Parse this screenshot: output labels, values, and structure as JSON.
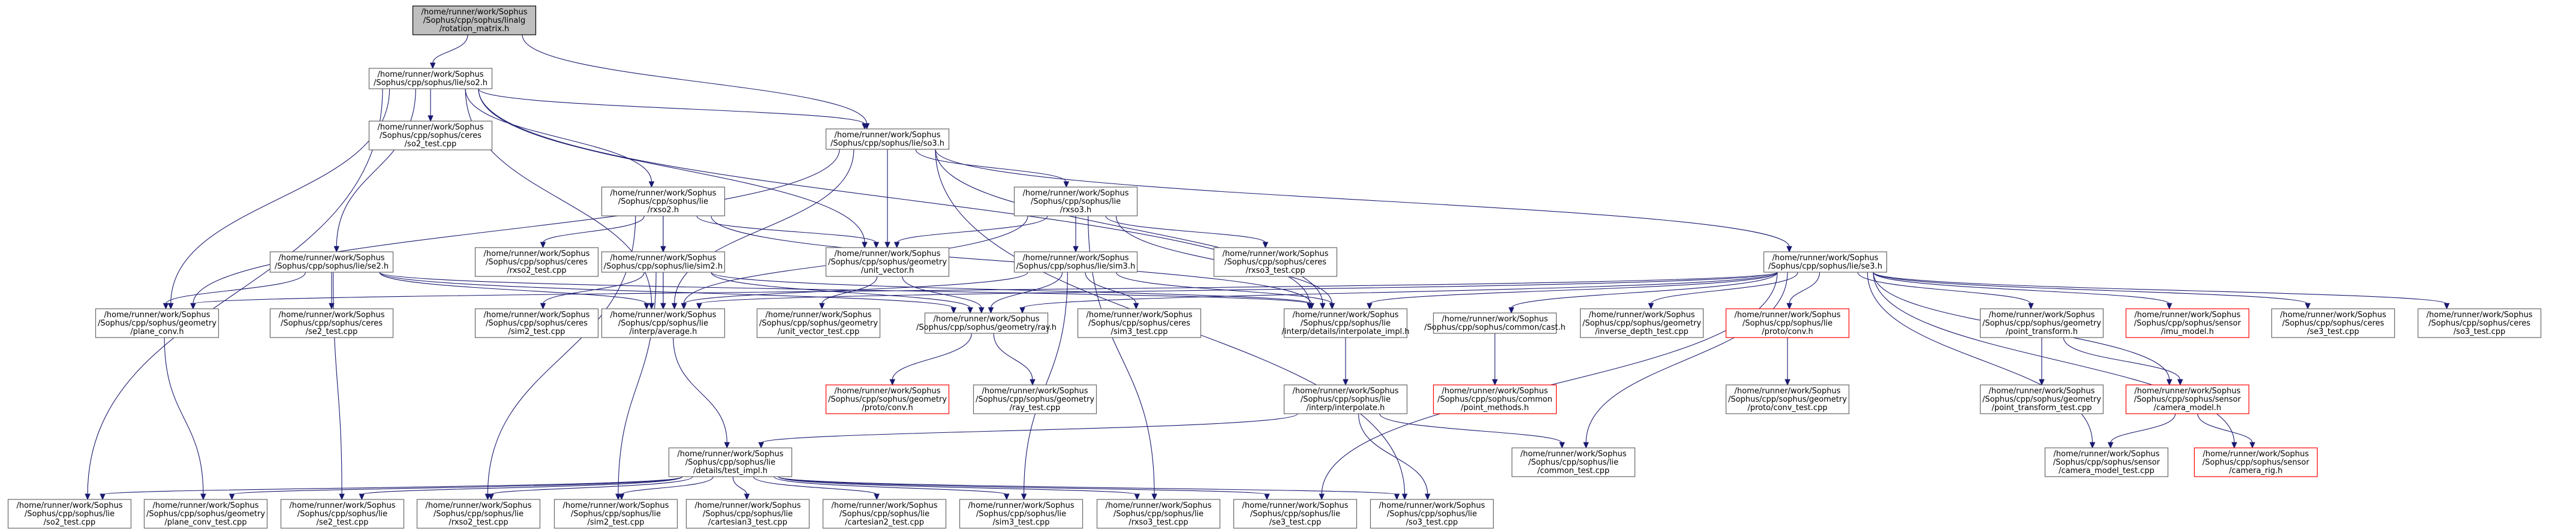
{
  "graph": {
    "type": "include-dependency-graph",
    "edge_color": "#191970",
    "root_fill": "#bfbfbf",
    "missing_border_color": "#ff0000",
    "nodes": [
      {
        "id": "rotation_matrix",
        "lines": [
          "/home/runner/work/Sophus",
          "/Sophus/cpp/sophus/linalg",
          "/rotation_matrix.h"
        ],
        "root": true
      },
      {
        "id": "so2_h",
        "lines": [
          "/home/runner/work/Sophus",
          "/Sophus/cpp/sophus/lie/so2.h"
        ]
      },
      {
        "id": "so3_h",
        "lines": [
          "/home/runner/work/Sophus",
          "/Sophus/cpp/sophus/lie/so3.h"
        ]
      },
      {
        "id": "ceres_so2_test",
        "lines": [
          "/home/runner/work/Sophus",
          "/Sophus/cpp/sophus/ceres",
          "/so2_test.cpp"
        ]
      },
      {
        "id": "rxso2_h",
        "lines": [
          "/home/runner/work/Sophus",
          "/Sophus/cpp/sophus/lie",
          "/rxso2.h"
        ]
      },
      {
        "id": "rxso3_h",
        "lines": [
          "/home/runner/work/Sophus",
          "/Sophus/cpp/sophus/lie",
          "/rxso3.h"
        ]
      },
      {
        "id": "se2_h",
        "lines": [
          "/home/runner/work/Sophus",
          "/Sophus/cpp/sophus/lie/se2.h"
        ]
      },
      {
        "id": "ceres_rxso2_test",
        "lines": [
          "/home/runner/work/Sophus",
          "/Sophus/cpp/sophus/ceres",
          "/rxso2_test.cpp"
        ]
      },
      {
        "id": "sim2_h",
        "lines": [
          "/home/runner/work/Sophus",
          "/Sophus/cpp/sophus/lie/sim2.h"
        ]
      },
      {
        "id": "unit_vector_h",
        "lines": [
          "/home/runner/work/Sophus",
          "/Sophus/cpp/sophus/geometry",
          "/unit_vector.h"
        ]
      },
      {
        "id": "sim3_h",
        "lines": [
          "/home/runner/work/Sophus",
          "/Sophus/cpp/sophus/lie/sim3.h"
        ]
      },
      {
        "id": "ceres_rxso3_test",
        "lines": [
          "/home/runner/work/Sophus",
          "/Sophus/cpp/sophus/ceres",
          "/rxso3_test.cpp"
        ]
      },
      {
        "id": "se3_h",
        "lines": [
          "/home/runner/work/Sophus",
          "/Sophus/cpp/sophus/lie/se3.h"
        ]
      },
      {
        "id": "plane_conv_h",
        "lines": [
          "/home/runner/work/Sophus",
          "/Sophus/cpp/sophus/geometry",
          "/plane_conv.h"
        ]
      },
      {
        "id": "ceres_se2_test",
        "lines": [
          "/home/runner/work/Sophus",
          "/Sophus/cpp/sophus/ceres",
          "/se2_test.cpp"
        ]
      },
      {
        "id": "ceres_sim2_test",
        "lines": [
          "/home/runner/work/Sophus",
          "/Sophus/cpp/sophus/ceres",
          "/sim2_test.cpp"
        ]
      },
      {
        "id": "interp_average_h",
        "lines": [
          "/home/runner/work/Sophus",
          "/Sophus/cpp/sophus/lie",
          "/interp/average.h"
        ]
      },
      {
        "id": "geom_unit_vector_test",
        "lines": [
          "/home/runner/work/Sophus",
          "/Sophus/cpp/sophus/geometry",
          "/unit_vector_test.cpp"
        ]
      },
      {
        "id": "ray_h",
        "lines": [
          "/home/runner/work/Sophus",
          "/Sophus/cpp/sophus/geometry/ray.h"
        ]
      },
      {
        "id": "ceres_sim3_test",
        "lines": [
          "/home/runner/work/Sophus",
          "/Sophus/cpp/sophus/ceres",
          "/sim3_test.cpp"
        ]
      },
      {
        "id": "interp_impl_h",
        "lines": [
          "/home/runner/work/Sophus",
          "/Sophus/cpp/sophus/lie",
          "/interp/details/interpolate_impl.h"
        ]
      },
      {
        "id": "common_cast_h",
        "lines": [
          "/home/runner/work/Sophus",
          "/Sophus/cpp/sophus/common/cast.h"
        ]
      },
      {
        "id": "geom_inverse_depth_test",
        "lines": [
          "/home/runner/work/Sophus",
          "/Sophus/cpp/sophus/geometry",
          "/inverse_depth_test.cpp"
        ]
      },
      {
        "id": "lie_proto_conv_h",
        "lines": [
          "/home/runner/work/Sophus",
          "/Sophus/cpp/sophus/lie",
          "/proto/conv.h"
        ],
        "missing": true
      },
      {
        "id": "point_transform_h",
        "lines": [
          "/home/runner/work/Sophus",
          "/Sophus/cpp/sophus/geometry",
          "/point_transform.h"
        ]
      },
      {
        "id": "sensor_imu_model_h",
        "lines": [
          "/home/runner/work/Sophus",
          "/Sophus/cpp/sophus/sensor",
          "/imu_model.h"
        ],
        "missing": true
      },
      {
        "id": "ceres_se3_test",
        "lines": [
          "/home/runner/work/Sophus",
          "/Sophus/cpp/sophus/ceres",
          "/se3_test.cpp"
        ]
      },
      {
        "id": "ceres_so3_test",
        "lines": [
          "/home/runner/work/Sophus",
          "/Sophus/cpp/sophus/ceres",
          "/so3_test.cpp"
        ]
      },
      {
        "id": "geom_proto_conv_h",
        "lines": [
          "/home/runner/work/Sophus",
          "/Sophus/cpp/sophus/geometry",
          "/proto/conv.h"
        ],
        "missing": true
      },
      {
        "id": "geom_ray_test",
        "lines": [
          "/home/runner/work/Sophus",
          "/Sophus/cpp/sophus/geometry",
          "/ray_test.cpp"
        ]
      },
      {
        "id": "interp_interpolate_h",
        "lines": [
          "/home/runner/work/Sophus",
          "/Sophus/cpp/sophus/lie",
          "/interp/interpolate.h"
        ]
      },
      {
        "id": "common_point_methods_h",
        "lines": [
          "/home/runner/work/Sophus",
          "/Sophus/cpp/sophus/common",
          "/point_methods.h"
        ],
        "missing": true
      },
      {
        "id": "lie_proto_conv_test",
        "lines": [
          "/home/runner/work/Sophus",
          "/Sophus/cpp/sophus/geometry",
          "/proto/conv_test.cpp"
        ]
      },
      {
        "id": "geom_point_transform_test",
        "lines": [
          "/home/runner/work/Sophus",
          "/Sophus/cpp/sophus/geometry",
          "/point_transform_test.cpp"
        ]
      },
      {
        "id": "sensor_camera_model_h",
        "lines": [
          "/home/runner/work/Sophus",
          "/Sophus/cpp/sophus/sensor",
          "/camera_model.h"
        ],
        "missing": true
      },
      {
        "id": "test_impl_h",
        "lines": [
          "/home/runner/work/Sophus",
          "/Sophus/cpp/sophus/lie",
          "/details/test_impl.h"
        ]
      },
      {
        "id": "lie_common_test",
        "lines": [
          "/home/runner/work/Sophus",
          "/Sophus/cpp/sophus/lie",
          "/common_test.cpp"
        ]
      },
      {
        "id": "sensor_camera_model_test",
        "lines": [
          "/home/runner/work/Sophus",
          "/Sophus/cpp/sophus/sensor",
          "/camera_model_test.cpp"
        ]
      },
      {
        "id": "sensor_camera_rig_h",
        "lines": [
          "/home/runner/work/Sophus",
          "/Sophus/cpp/sophus/sensor",
          "/camera_rig.h"
        ],
        "missing": true
      },
      {
        "id": "lie_so2_test",
        "lines": [
          "/home/runner/work/Sophus",
          "/Sophus/cpp/sophus/lie",
          "/so2_test.cpp"
        ]
      },
      {
        "id": "geom_plane_conv_test",
        "lines": [
          "/home/runner/work/Sophus",
          "/Sophus/cpp/sophus/geometry",
          "/plane_conv_test.cpp"
        ]
      },
      {
        "id": "lie_se2_test",
        "lines": [
          "/home/runner/work/Sophus",
          "/Sophus/cpp/sophus/lie",
          "/se2_test.cpp"
        ]
      },
      {
        "id": "lie_rxso2_test",
        "lines": [
          "/home/runner/work/Sophus",
          "/Sophus/cpp/sophus/lie",
          "/rxso2_test.cpp"
        ]
      },
      {
        "id": "lie_sim2_test",
        "lines": [
          "/home/runner/work/Sophus",
          "/Sophus/cpp/sophus/lie",
          "/sim2_test.cpp"
        ]
      },
      {
        "id": "lie_cartesian3_test",
        "lines": [
          "/home/runner/work/Sophus",
          "/Sophus/cpp/sophus/lie",
          "/cartesian3_test.cpp"
        ]
      },
      {
        "id": "lie_cartesian2_test",
        "lines": [
          "/home/runner/work/Sophus",
          "/Sophus/cpp/sophus/lie",
          "/cartesian2_test.cpp"
        ]
      },
      {
        "id": "lie_sim3_test",
        "lines": [
          "/home/runner/work/Sophus",
          "/Sophus/cpp/sophus/lie",
          "/sim3_test.cpp"
        ]
      },
      {
        "id": "lie_rxso3_test",
        "lines": [
          "/home/runner/work/Sophus",
          "/Sophus/cpp/sophus/lie",
          "/rxso3_test.cpp"
        ]
      },
      {
        "id": "lie_se3_test",
        "lines": [
          "/home/runner/work/Sophus",
          "/Sophus/cpp/sophus/lie",
          "/se3_test.cpp"
        ]
      },
      {
        "id": "lie_so3_test",
        "lines": [
          "/home/runner/work/Sophus",
          "/Sophus/cpp/sophus/lie",
          "/so3_test.cpp"
        ]
      }
    ],
    "edges": [
      [
        "rotation_matrix",
        "so2_h"
      ],
      [
        "rotation_matrix",
        "so3_h"
      ],
      [
        "so2_h",
        "so3_h"
      ],
      [
        "so2_h",
        "ceres_so2_test"
      ],
      [
        "so2_h",
        "rxso2_h"
      ],
      [
        "so2_h",
        "se2_h"
      ],
      [
        "so2_h",
        "plane_conv_h"
      ],
      [
        "so2_h",
        "interp_average_h"
      ],
      [
        "so2_h",
        "unit_vector_h"
      ],
      [
        "so2_h",
        "interp_impl_h"
      ],
      [
        "so2_h",
        "lie_so2_test"
      ],
      [
        "so3_h",
        "rxso3_h"
      ],
      [
        "so3_h",
        "se3_h"
      ],
      [
        "so3_h",
        "plane_conv_h"
      ],
      [
        "so3_h",
        "unit_vector_h"
      ],
      [
        "so3_h",
        "interp_average_h"
      ],
      [
        "so3_h",
        "interp_impl_h"
      ],
      [
        "so3_h",
        "lie_so3_test"
      ],
      [
        "rxso2_h",
        "ceres_rxso2_test"
      ],
      [
        "rxso2_h",
        "sim2_h"
      ],
      [
        "rxso2_h",
        "unit_vector_h"
      ],
      [
        "rxso2_h",
        "interp_average_h"
      ],
      [
        "rxso2_h",
        "interp_impl_h"
      ],
      [
        "rxso2_h",
        "lie_rxso2_test"
      ],
      [
        "rxso3_h",
        "sim3_h"
      ],
      [
        "rxso3_h",
        "ceres_rxso3_test"
      ],
      [
        "rxso3_h",
        "interp_average_h"
      ],
      [
        "rxso3_h",
        "interp_impl_h"
      ],
      [
        "rxso3_h",
        "unit_vector_h"
      ],
      [
        "rxso3_h",
        "lie_rxso3_test"
      ],
      [
        "se2_h",
        "plane_conv_h"
      ],
      [
        "se2_h",
        "ceres_se2_test"
      ],
      [
        "se2_h",
        "interp_average_h"
      ],
      [
        "se2_h",
        "ray_h"
      ],
      [
        "se2_h",
        "interp_impl_h"
      ],
      [
        "se2_h",
        "lie_se2_test"
      ],
      [
        "sim2_h",
        "ceres_sim2_test"
      ],
      [
        "sim2_h",
        "interp_average_h"
      ],
      [
        "sim2_h",
        "ray_h"
      ],
      [
        "sim2_h",
        "interp_impl_h"
      ],
      [
        "sim2_h",
        "lie_sim2_test"
      ],
      [
        "unit_vector_h",
        "geom_unit_vector_test"
      ],
      [
        "unit_vector_h",
        "ray_h"
      ],
      [
        "sim3_h",
        "ceres_sim3_test"
      ],
      [
        "sim3_h",
        "interp_average_h"
      ],
      [
        "sim3_h",
        "ray_h"
      ],
      [
        "sim3_h",
        "interp_impl_h"
      ],
      [
        "sim3_h",
        "lie_sim3_test"
      ],
      [
        "se3_h",
        "plane_conv_h"
      ],
      [
        "se3_h",
        "interp_average_h"
      ],
      [
        "se3_h",
        "ray_h"
      ],
      [
        "se3_h",
        "interp_impl_h"
      ],
      [
        "se3_h",
        "common_cast_h"
      ],
      [
        "se3_h",
        "geom_inverse_depth_test"
      ],
      [
        "se3_h",
        "lie_proto_conv_h"
      ],
      [
        "se3_h",
        "point_transform_h"
      ],
      [
        "se3_h",
        "sensor_imu_model_h"
      ],
      [
        "se3_h",
        "ceres_se3_test"
      ],
      [
        "se3_h",
        "ceres_so3_test"
      ],
      [
        "se3_h",
        "lie_common_test"
      ],
      [
        "se3_h",
        "sensor_camera_model_h"
      ],
      [
        "se3_h",
        "sensor_camera_model_test"
      ],
      [
        "se3_h",
        "sensor_camera_rig_h"
      ],
      [
        "se3_h",
        "lie_se3_test"
      ],
      [
        "plane_conv_h",
        "geom_plane_conv_test"
      ],
      [
        "interp_average_h",
        "test_impl_h"
      ],
      [
        "ray_h",
        "geom_proto_conv_h"
      ],
      [
        "ray_h",
        "geom_ray_test"
      ],
      [
        "interp_impl_h",
        "interp_interpolate_h"
      ],
      [
        "common_cast_h",
        "common_point_methods_h"
      ],
      [
        "lie_proto_conv_h",
        "lie_proto_conv_test"
      ],
      [
        "point_transform_h",
        "geom_point_transform_test"
      ],
      [
        "point_transform_h",
        "sensor_camera_model_h"
      ],
      [
        "interp_interpolate_h",
        "test_impl_h"
      ],
      [
        "interp_interpolate_h",
        "lie_common_test"
      ],
      [
        "interp_interpolate_h",
        "lie_so3_test"
      ],
      [
        "sensor_camera_model_h",
        "sensor_camera_model_test"
      ],
      [
        "sensor_camera_model_h",
        "sensor_camera_rig_h"
      ],
      [
        "test_impl_h",
        "lie_so2_test"
      ],
      [
        "test_impl_h",
        "geom_plane_conv_test"
      ],
      [
        "test_impl_h",
        "lie_se2_test"
      ],
      [
        "test_impl_h",
        "lie_rxso2_test"
      ],
      [
        "test_impl_h",
        "lie_sim2_test"
      ],
      [
        "test_impl_h",
        "lie_cartesian3_test"
      ],
      [
        "test_impl_h",
        "lie_cartesian2_test"
      ],
      [
        "test_impl_h",
        "lie_sim3_test"
      ],
      [
        "test_impl_h",
        "lie_rxso3_test"
      ],
      [
        "test_impl_h",
        "lie_se3_test"
      ],
      [
        "test_impl_h",
        "lie_so3_test"
      ]
    ]
  }
}
